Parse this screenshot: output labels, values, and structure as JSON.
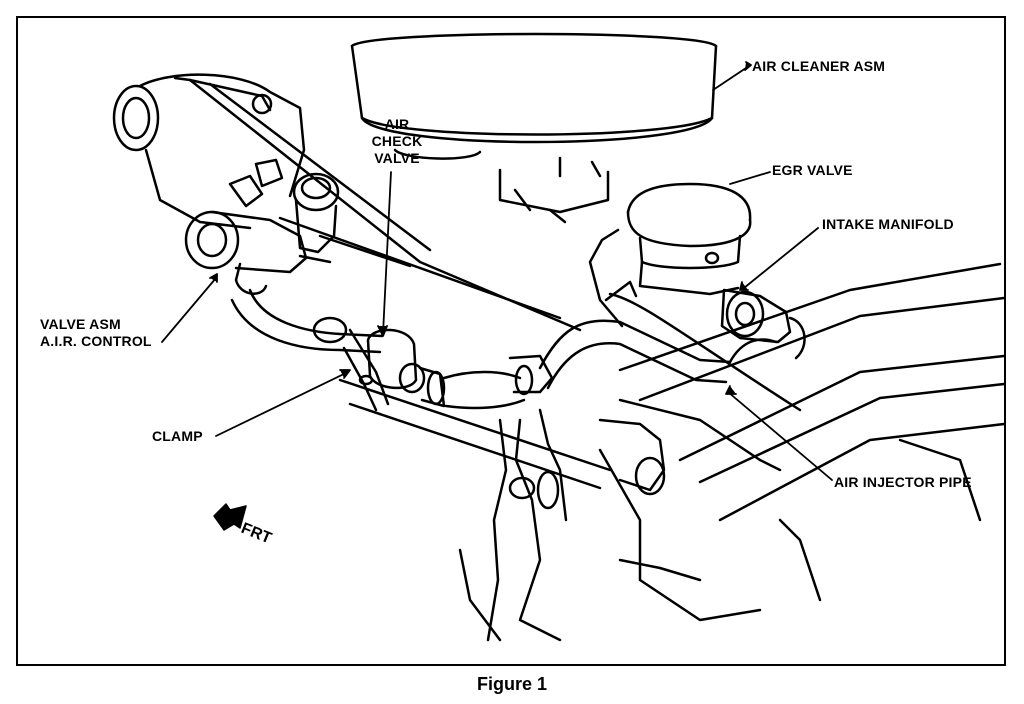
{
  "figure": {
    "caption": "Figure 1",
    "direction_label": "FRT",
    "stroke_color": "#000000",
    "background_color": "#ffffff"
  },
  "callouts": {
    "air_cleaner": "AIR CLEANER ASM",
    "air_check_valve": [
      "AIR",
      "CHECK",
      "VALVE"
    ],
    "egr_valve": "EGR VALVE",
    "intake_manifold": "INTAKE MANIFOLD",
    "valve_asm": [
      "VALVE ASM",
      "A.I.R. CONTROL"
    ],
    "clamp": "CLAMP",
    "air_injector_pipe": "AIR INJECTOR PIPE"
  }
}
